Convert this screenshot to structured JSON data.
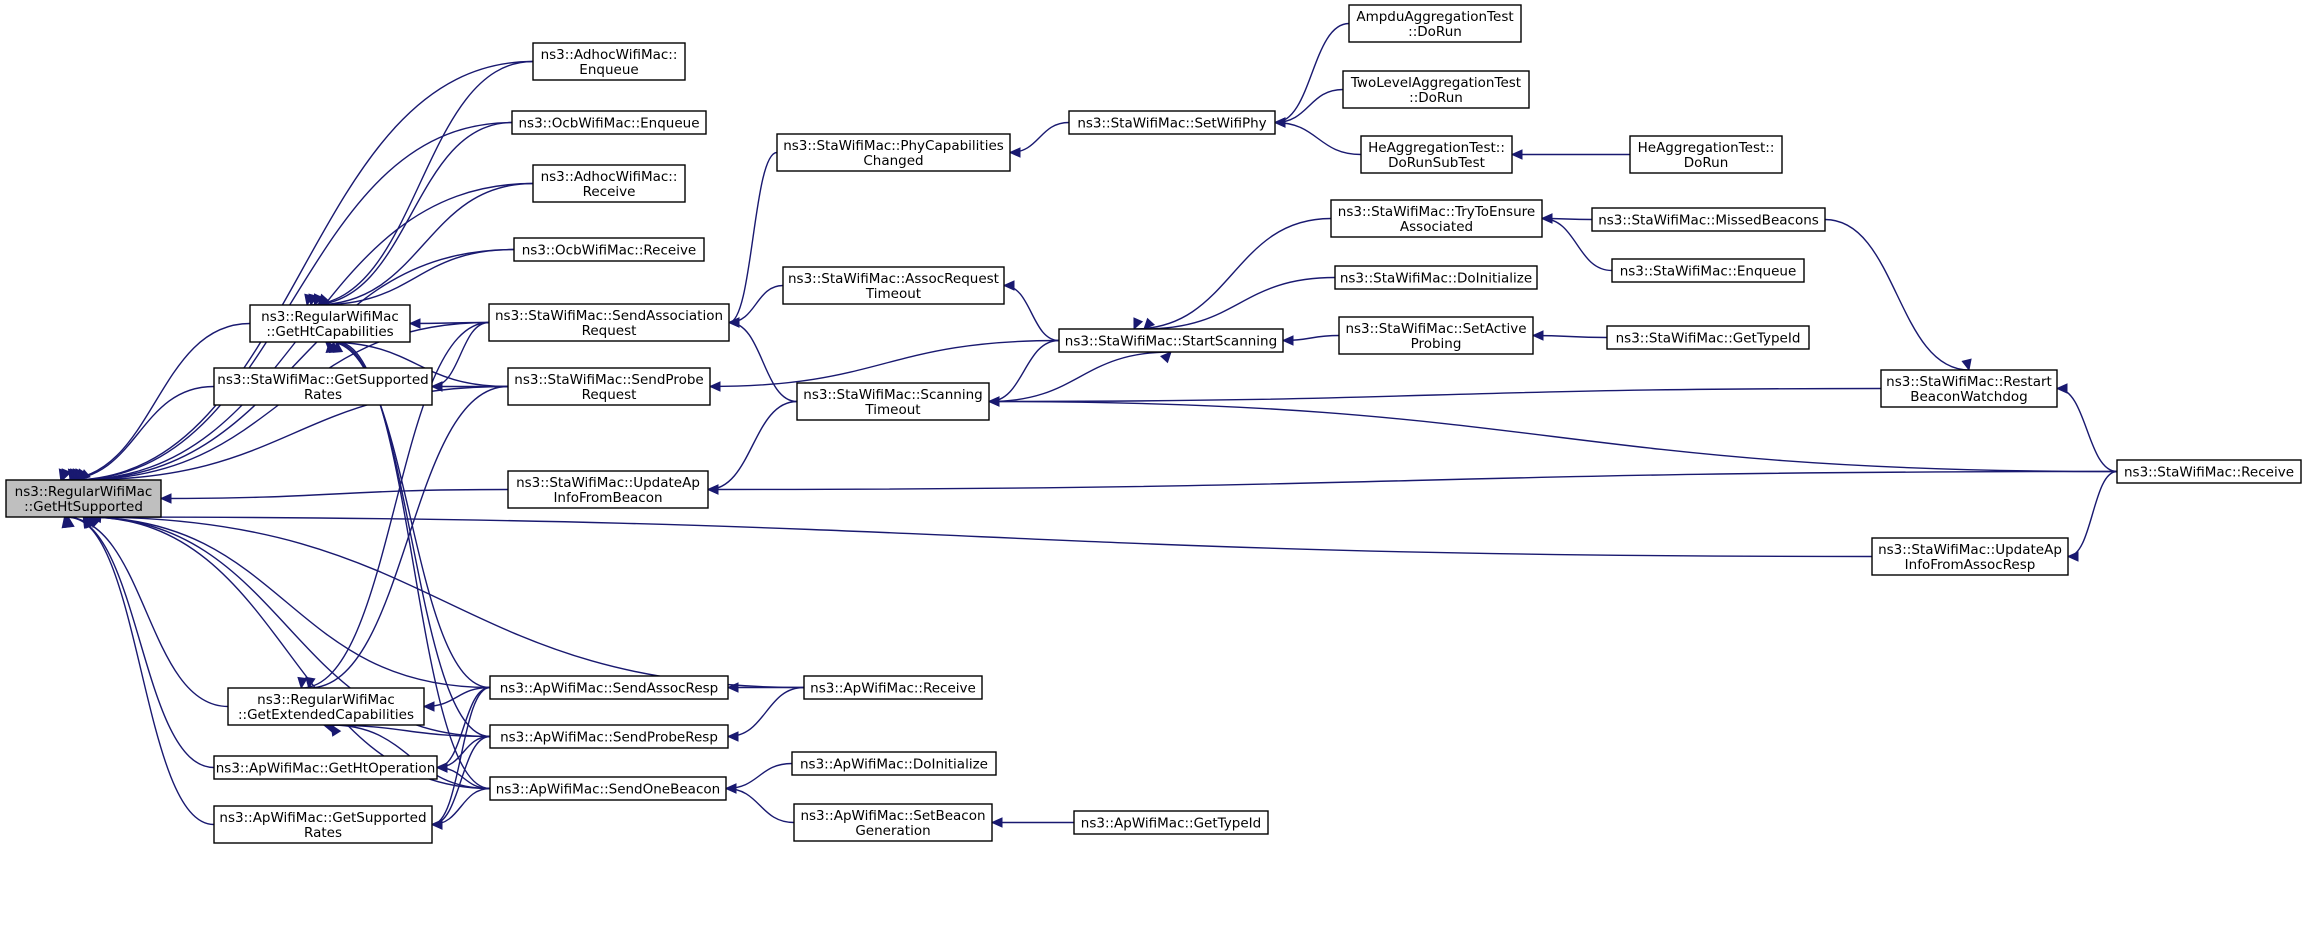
{
  "graph": {
    "root": "root",
    "colors": {
      "edge": "#191970",
      "node_border": "#000000",
      "node_fill": "#ffffff",
      "root_fill": "#bfbfbf"
    },
    "nodes": [
      {
        "id": "root",
        "lines": [
          "ns3::RegularWifiMac",
          "::GetHtSupported"
        ]
      },
      {
        "id": "rwm_htcap",
        "lines": [
          "ns3::RegularWifiMac",
          "::GetHtCapabilities"
        ]
      },
      {
        "id": "sta_getsupp",
        "lines": [
          "ns3::StaWifiMac::GetSupported",
          "Rates"
        ]
      },
      {
        "id": "rwm_extcap",
        "lines": [
          "ns3::RegularWifiMac",
          "::GetExtendedCapabilities"
        ]
      },
      {
        "id": "ap_htop",
        "lines": [
          "ns3::ApWifiMac::GetHtOperation"
        ]
      },
      {
        "id": "ap_getsupp",
        "lines": [
          "ns3::ApWifiMac::GetSupported",
          "Rates"
        ]
      },
      {
        "id": "adhoc_enq",
        "lines": [
          "ns3::AdhocWifiMac::",
          "Enqueue"
        ]
      },
      {
        "id": "ocb_enq",
        "lines": [
          "ns3::OcbWifiMac::Enqueue"
        ]
      },
      {
        "id": "adhoc_recv",
        "lines": [
          "ns3::AdhocWifiMac::",
          "Receive"
        ]
      },
      {
        "id": "ocb_recv",
        "lines": [
          "ns3::OcbWifiMac::Receive"
        ]
      },
      {
        "id": "sta_sendassoc",
        "lines": [
          "ns3::StaWifiMac::SendAssociation",
          "Request"
        ]
      },
      {
        "id": "sta_sendprobe",
        "lines": [
          "ns3::StaWifiMac::SendProbe",
          "Request"
        ]
      },
      {
        "id": "sta_updateap",
        "lines": [
          "ns3::StaWifiMac::UpdateAp",
          "InfoFromBeacon"
        ]
      },
      {
        "id": "ap_sendassocresp",
        "lines": [
          "ns3::ApWifiMac::SendAssocResp"
        ]
      },
      {
        "id": "ap_sendproberesp",
        "lines": [
          "ns3::ApWifiMac::SendProbeResp"
        ]
      },
      {
        "id": "ap_sendonebeacon",
        "lines": [
          "ns3::ApWifiMac::SendOneBeacon"
        ]
      },
      {
        "id": "sta_phycap",
        "lines": [
          "ns3::StaWifiMac::PhyCapabilities",
          "Changed"
        ]
      },
      {
        "id": "sta_assoctimeout",
        "lines": [
          "ns3::StaWifiMac::AssocRequest",
          "Timeout"
        ]
      },
      {
        "id": "sta_scantimeout",
        "lines": [
          "ns3::StaWifiMac::Scanning",
          "Timeout"
        ]
      },
      {
        "id": "ap_recv",
        "lines": [
          "ns3::ApWifiMac::Receive"
        ]
      },
      {
        "id": "ap_doinit",
        "lines": [
          "ns3::ApWifiMac::DoInitialize"
        ]
      },
      {
        "id": "ap_setbeacon",
        "lines": [
          "ns3::ApWifiMac::SetBeacon",
          "Generation"
        ]
      },
      {
        "id": "sta_setwifiphy",
        "lines": [
          "ns3::StaWifiMac::SetWifiPhy"
        ]
      },
      {
        "id": "sta_startscan",
        "lines": [
          "ns3::StaWifiMac::StartScanning"
        ]
      },
      {
        "id": "ap_gettypeid",
        "lines": [
          "ns3::ApWifiMac::GetTypeId"
        ]
      },
      {
        "id": "ampdu",
        "lines": [
          "AmpduAggregationTest",
          "::DoRun"
        ]
      },
      {
        "id": "twolevel",
        "lines": [
          "TwoLevelAggregationTest",
          "::DoRun"
        ]
      },
      {
        "id": "he_subtest",
        "lines": [
          "HeAggregationTest::",
          "DoRunSubTest"
        ]
      },
      {
        "id": "sta_tryensure",
        "lines": [
          "ns3::StaWifiMac::TryToEnsure",
          "Associated"
        ]
      },
      {
        "id": "sta_doinit",
        "lines": [
          "ns3::StaWifiMac::DoInitialize"
        ]
      },
      {
        "id": "sta_setactive",
        "lines": [
          "ns3::StaWifiMac::SetActive",
          "Probing"
        ]
      },
      {
        "id": "he_dorun",
        "lines": [
          "HeAggregationTest::",
          "DoRun"
        ]
      },
      {
        "id": "sta_missed",
        "lines": [
          "ns3::StaWifiMac::MissedBeacons"
        ]
      },
      {
        "id": "sta_enqueue",
        "lines": [
          "ns3::StaWifiMac::Enqueue"
        ]
      },
      {
        "id": "sta_gettypeid",
        "lines": [
          "ns3::StaWifiMac::GetTypeId"
        ]
      },
      {
        "id": "sta_restart",
        "lines": [
          "ns3::StaWifiMac::Restart",
          "BeaconWatchdog"
        ]
      },
      {
        "id": "sta_updateassoc",
        "lines": [
          "ns3::StaWifiMac::UpdateAp",
          "InfoFromAssocResp"
        ]
      },
      {
        "id": "sta_recv",
        "lines": [
          "ns3::StaWifiMac::Receive"
        ]
      }
    ],
    "edges": [
      [
        "rwm_htcap",
        "root"
      ],
      [
        "sta_getsupp",
        "root"
      ],
      [
        "rwm_extcap",
        "root"
      ],
      [
        "ap_htop",
        "root"
      ],
      [
        "ap_getsupp",
        "root"
      ],
      [
        "adhoc_enq",
        "root"
      ],
      [
        "ocb_enq",
        "root"
      ],
      [
        "adhoc_recv",
        "root"
      ],
      [
        "ocb_recv",
        "root"
      ],
      [
        "sta_sendassoc",
        "root"
      ],
      [
        "sta_sendprobe",
        "root"
      ],
      [
        "sta_updateap",
        "root"
      ],
      [
        "ap_sendassocresp",
        "root"
      ],
      [
        "ap_sendproberesp",
        "root"
      ],
      [
        "ap_sendonebeacon",
        "root"
      ],
      [
        "ap_recv",
        "root"
      ],
      [
        "sta_updateassoc",
        "root"
      ],
      [
        "adhoc_enq",
        "rwm_htcap"
      ],
      [
        "ocb_enq",
        "rwm_htcap"
      ],
      [
        "adhoc_recv",
        "rwm_htcap"
      ],
      [
        "ocb_recv",
        "rwm_htcap"
      ],
      [
        "sta_sendassoc",
        "rwm_htcap"
      ],
      [
        "sta_sendprobe",
        "rwm_htcap"
      ],
      [
        "ap_sendassocresp",
        "rwm_htcap"
      ],
      [
        "ap_sendproberesp",
        "rwm_htcap"
      ],
      [
        "ap_sendonebeacon",
        "rwm_htcap"
      ],
      [
        "sta_sendassoc",
        "sta_getsupp"
      ],
      [
        "sta_sendprobe",
        "sta_getsupp"
      ],
      [
        "sta_sendassoc",
        "rwm_extcap"
      ],
      [
        "sta_sendprobe",
        "rwm_extcap"
      ],
      [
        "ap_sendassocresp",
        "rwm_extcap"
      ],
      [
        "ap_sendproberesp",
        "rwm_extcap"
      ],
      [
        "ap_sendonebeacon",
        "rwm_extcap"
      ],
      [
        "ap_sendassocresp",
        "ap_htop"
      ],
      [
        "ap_sendproberesp",
        "ap_htop"
      ],
      [
        "ap_sendonebeacon",
        "ap_htop"
      ],
      [
        "ap_sendassocresp",
        "ap_getsupp"
      ],
      [
        "ap_sendproberesp",
        "ap_getsupp"
      ],
      [
        "ap_sendonebeacon",
        "ap_getsupp"
      ],
      [
        "sta_phycap",
        "sta_sendassoc"
      ],
      [
        "sta_assoctimeout",
        "sta_sendassoc"
      ],
      [
        "sta_scantimeout",
        "sta_sendassoc"
      ],
      [
        "sta_startscan",
        "sta_sendprobe"
      ],
      [
        "sta_scantimeout",
        "sta_updateap"
      ],
      [
        "sta_recv",
        "sta_updateap"
      ],
      [
        "ap_recv",
        "ap_sendassocresp"
      ],
      [
        "ap_recv",
        "ap_sendproberesp"
      ],
      [
        "ap_doinit",
        "ap_sendonebeacon"
      ],
      [
        "ap_setbeacon",
        "ap_sendonebeacon"
      ],
      [
        "sta_setwifiphy",
        "sta_phycap"
      ],
      [
        "sta_startscan",
        "sta_assoctimeout"
      ],
      [
        "sta_startscan",
        "sta_scantimeout"
      ],
      [
        "sta_restart",
        "sta_scantimeout"
      ],
      [
        "sta_recv",
        "sta_scantimeout"
      ],
      [
        "ap_gettypeid",
        "ap_setbeacon"
      ],
      [
        "ampdu",
        "sta_setwifiphy"
      ],
      [
        "twolevel",
        "sta_setwifiphy"
      ],
      [
        "he_subtest",
        "sta_setwifiphy"
      ],
      [
        "sta_tryensure",
        "sta_startscan"
      ],
      [
        "sta_doinit",
        "sta_startscan"
      ],
      [
        "sta_setactive",
        "sta_startscan"
      ],
      [
        "sta_scantimeout",
        "sta_startscan"
      ],
      [
        "he_dorun",
        "he_subtest"
      ],
      [
        "sta_missed",
        "sta_tryensure"
      ],
      [
        "sta_enqueue",
        "sta_tryensure"
      ],
      [
        "sta_gettypeid",
        "sta_setactive"
      ],
      [
        "sta_missed",
        "sta_restart"
      ],
      [
        "sta_recv",
        "sta_restart"
      ],
      [
        "sta_recv",
        "sta_updateassoc"
      ]
    ]
  }
}
